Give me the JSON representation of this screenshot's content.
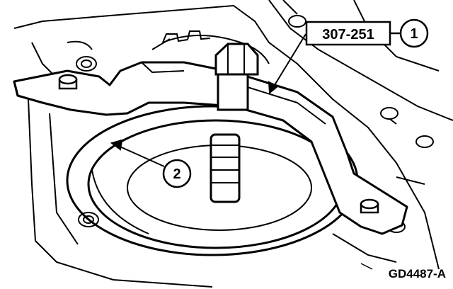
{
  "illustration": {
    "callouts": {
      "tool_number": "307-251",
      "item_1": "1",
      "item_2": "2"
    },
    "figure_id": "GD4487-A"
  },
  "colors": {
    "line": "#000000",
    "paper": "#ffffff",
    "panel": "#fafafa"
  }
}
